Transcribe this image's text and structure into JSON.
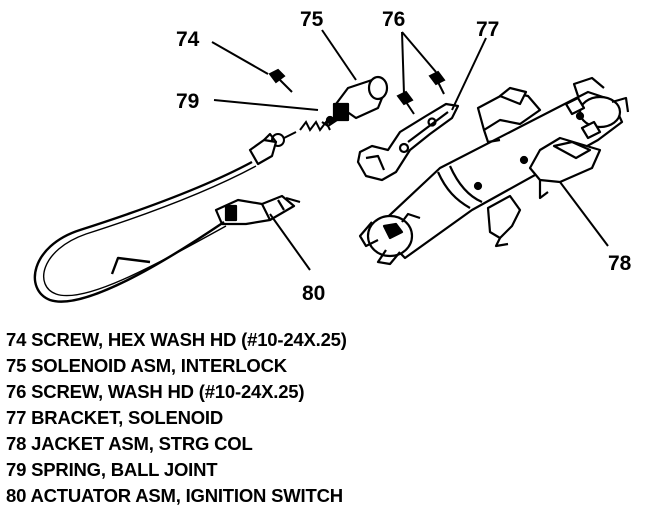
{
  "callouts": {
    "c74": "74",
    "c75": "75",
    "c76": "76",
    "c77": "77",
    "c78": "78",
    "c79": "79",
    "c80": "80"
  },
  "legend": [
    {
      "number": "74",
      "text": "SCREW, HEX WASH HD (#10-24X.25)"
    },
    {
      "number": "75",
      "text": "SOLENOID ASM, INTERLOCK"
    },
    {
      "number": "76",
      "text": "SCREW, WASH HD (#10-24X.25)"
    },
    {
      "number": "77",
      "text": "BRACKET, SOLENOID"
    },
    {
      "number": "78",
      "text": "JACKET ASM, STRG COL"
    },
    {
      "number": "79",
      "text": "SPRING, BALL JOINT"
    },
    {
      "number": "80",
      "text": "ACTUATOR ASM, IGNITION SWITCH"
    }
  ]
}
